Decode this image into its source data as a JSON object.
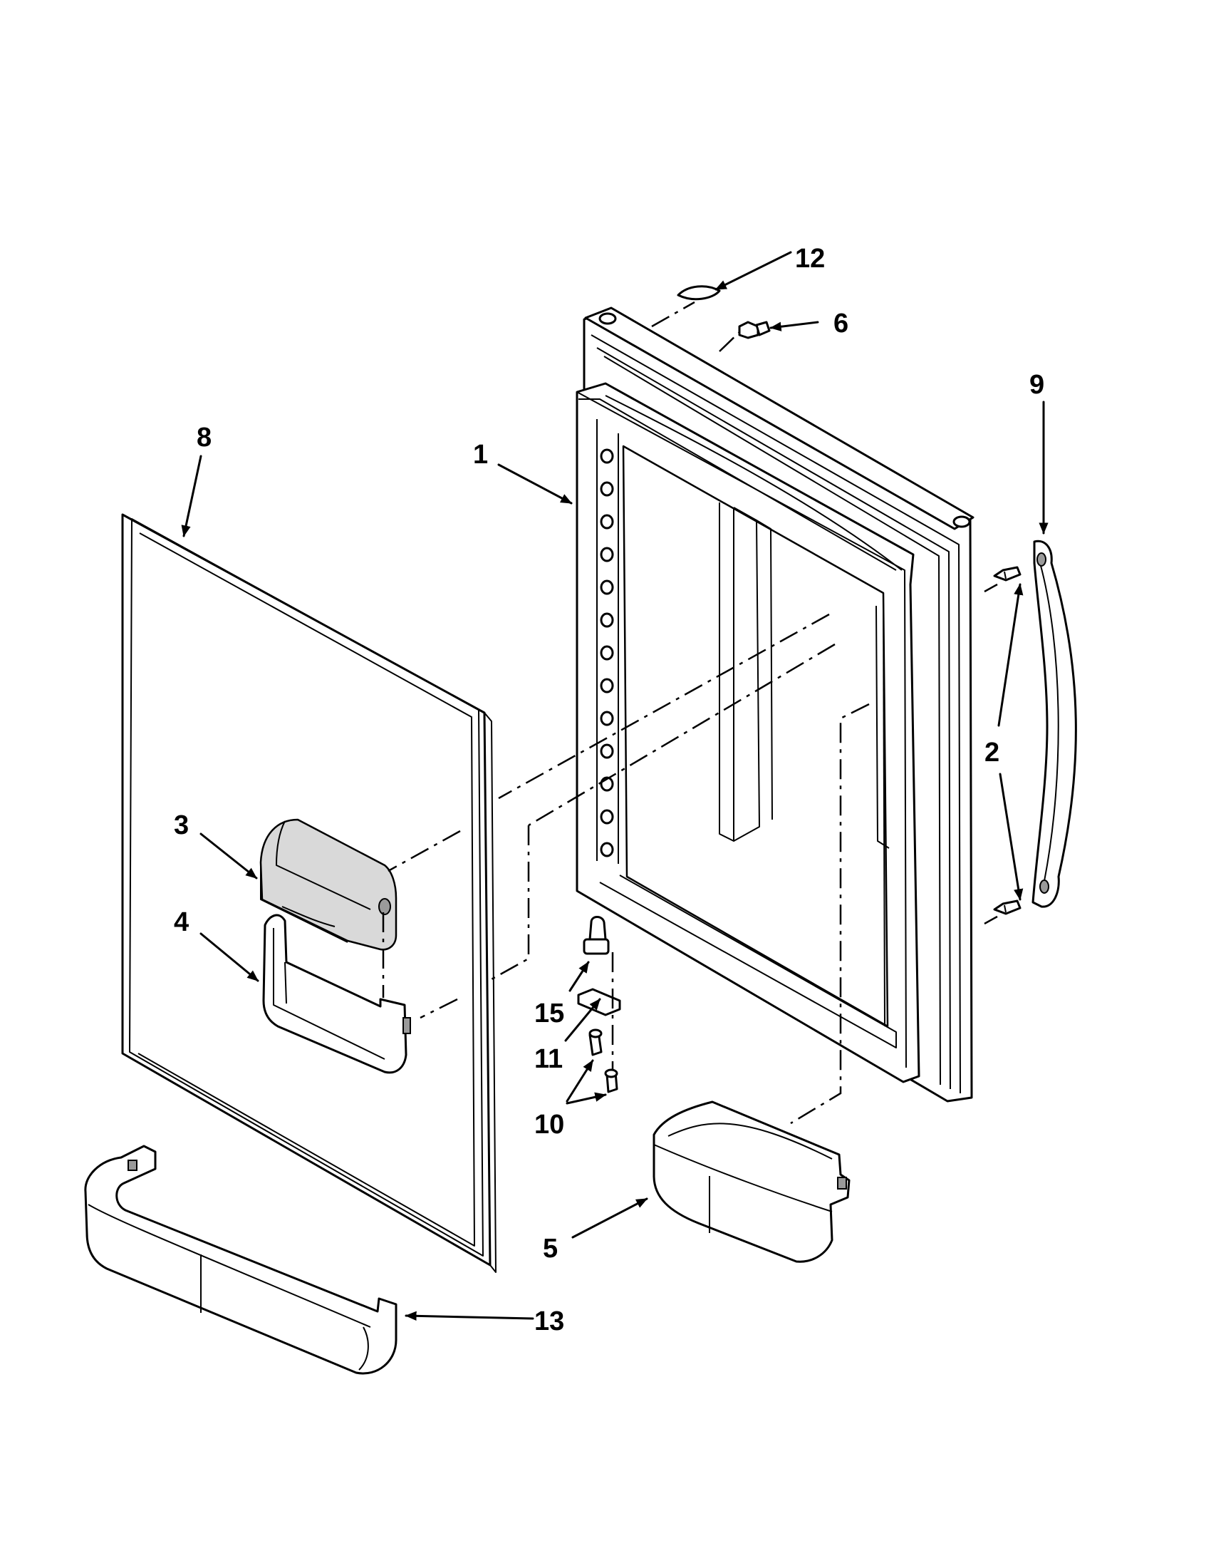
{
  "callouts": {
    "c1": "1",
    "c2": "2",
    "c3": "3",
    "c4": "4",
    "c5": "5",
    "c6": "6",
    "c8": "8",
    "c9": "9",
    "c10": "10",
    "c11": "11",
    "c12": "12",
    "c13": "13",
    "c15": "15"
  }
}
